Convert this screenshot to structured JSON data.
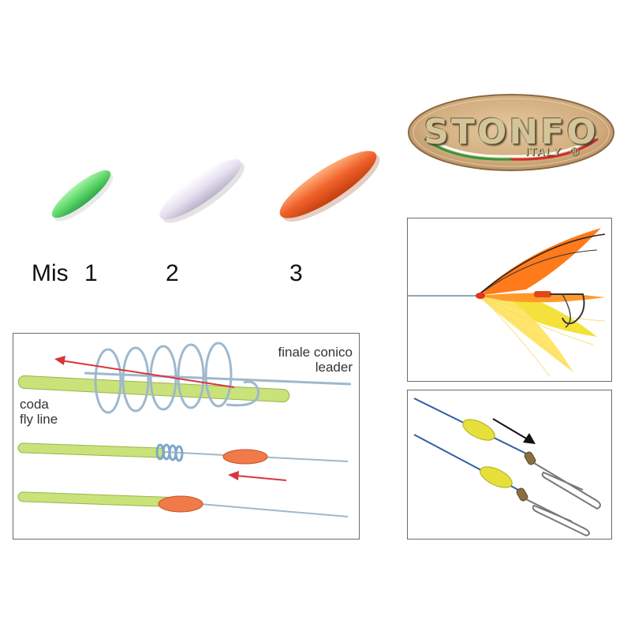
{
  "brand": {
    "name": "STONFO",
    "origin": "ITALY",
    "registered": "®"
  },
  "sizes": {
    "prefix": "Mis",
    "items": [
      {
        "label": "1",
        "color": "#5fd86a"
      },
      {
        "label": "2",
        "color": "#d9d3e6"
      },
      {
        "label": "3",
        "color": "#f0612a"
      }
    ]
  },
  "knot_diagram": {
    "leader_label_line1": "finale conico",
    "leader_label_line2": "leader",
    "flyline_label_line1": "coda",
    "flyline_label_line2": "fly line",
    "flyline_color": "#c9e27a",
    "leader_color": "#9fb8cc",
    "arrow_color": "#d8343c",
    "bead_color": "#f07a4a"
  },
  "swivel_diagram": {
    "line_color": "#2e5fa6",
    "bead_color": "#e6e03a"
  }
}
